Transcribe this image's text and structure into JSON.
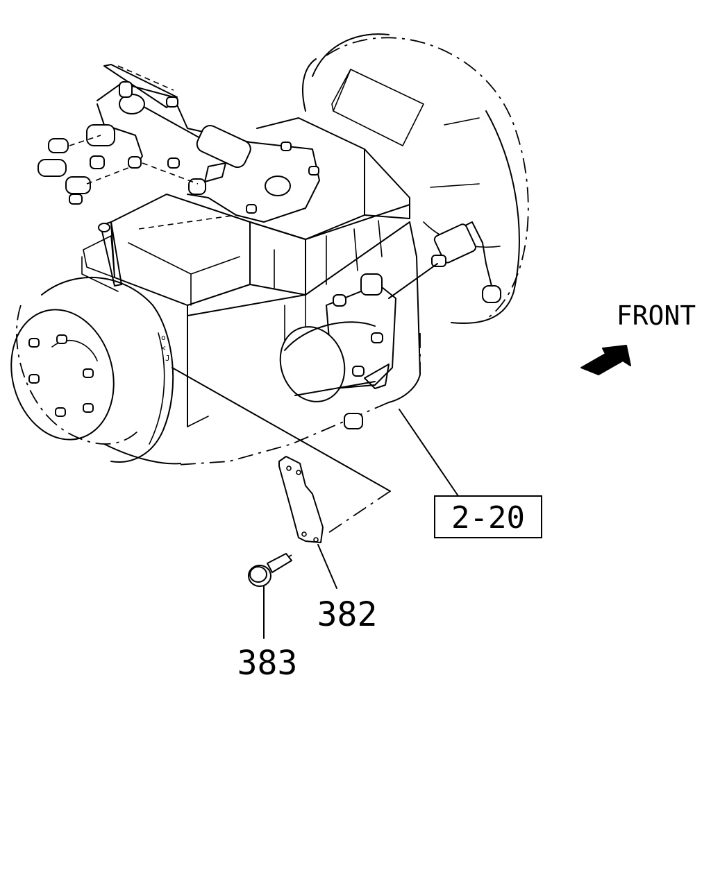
{
  "labels": {
    "front": "FRONT",
    "group_ref": "2-20",
    "bracket": "382",
    "bolt": "383"
  },
  "colors": {
    "line": "#000000",
    "background": "#ffffff"
  },
  "icons": {
    "direction_arrow": "front-arrow-icon"
  }
}
